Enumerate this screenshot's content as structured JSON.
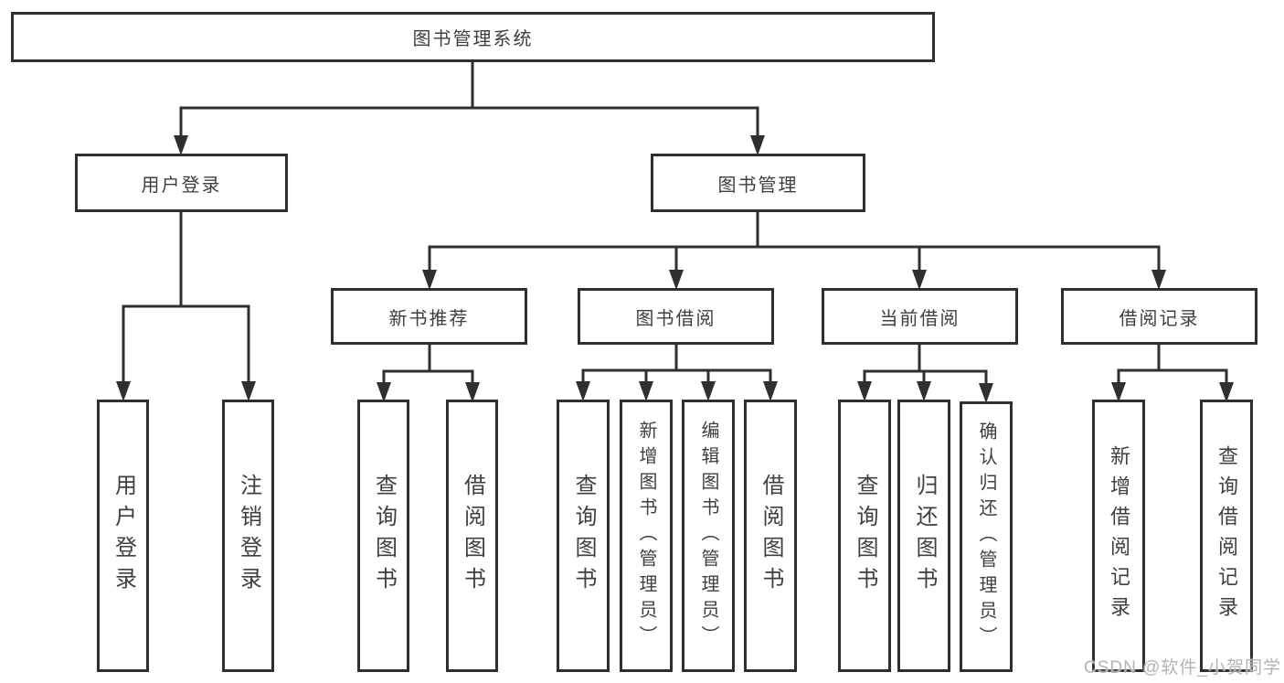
{
  "diagram": {
    "tree": {
      "label": "图书管理系统",
      "children": [
        {
          "label": "用户登录",
          "children": [
            {
              "label": "用户登录"
            },
            {
              "label": "注销登录"
            }
          ]
        },
        {
          "label": "图书管理",
          "children": [
            {
              "label": "新书推荐",
              "children": [
                {
                  "label": "查询图书"
                },
                {
                  "label": "借阅图书"
                }
              ]
            },
            {
              "label": "图书借阅",
              "children": [
                {
                  "label": "查询图书"
                },
                {
                  "label": "新增图书（管理员）"
                },
                {
                  "label": "编辑图书（管理员）"
                },
                {
                  "label": "借阅图书"
                }
              ]
            },
            {
              "label": "当前借阅",
              "children": [
                {
                  "label": "查询图书"
                },
                {
                  "label": "归还图书"
                },
                {
                  "label": "确认归还（管理员）"
                }
              ]
            },
            {
              "label": "借阅记录",
              "children": [
                {
                  "label": "新增借阅记录"
                },
                {
                  "label": "查询借阅记录"
                }
              ]
            }
          ]
        }
      ]
    },
    "colors": {
      "line": "#2f2f2f",
      "box_border": "#2f2f2f",
      "box_background": "#ffffff",
      "text": "#3f3f3f",
      "canvas_background": "#ffffff",
      "watermark_text": "#b3b3b3"
    }
  },
  "watermark": {
    "text": "CSDN @软件_小贺同学"
  }
}
